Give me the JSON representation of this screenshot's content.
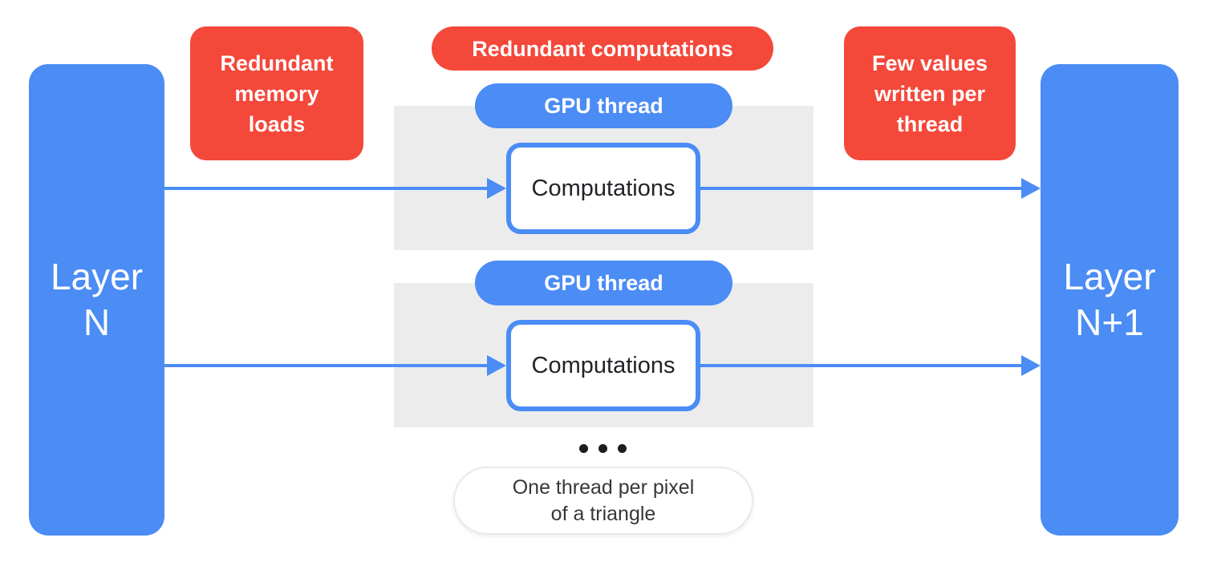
{
  "colors": {
    "blue": "#4B8CF5",
    "red": "#F4483B",
    "panel_gray": "#ECECEC",
    "text_dark": "#212327",
    "pill_border": "#E9E9E9",
    "pill_text": "#35383B",
    "dot": "#1D1D1F",
    "bg": "#FFFFFF"
  },
  "layers": {
    "left": {
      "lines": [
        "Layer",
        "N"
      ]
    },
    "right": {
      "lines": [
        "Layer",
        "N+1"
      ]
    }
  },
  "callouts": {
    "redundant_memory": {
      "lines": [
        "Redundant",
        "memory",
        "loads"
      ]
    },
    "redundant_computations": {
      "label": "Redundant computations"
    },
    "few_values": {
      "lines": [
        "Few values",
        "written per",
        "thread"
      ]
    }
  },
  "threads": [
    {
      "gpu_label": "GPU thread",
      "comp_label": "Computations"
    },
    {
      "gpu_label": "GPU thread",
      "comp_label": "Computations"
    }
  ],
  "note": {
    "lines": [
      "One thread per pixel",
      "of a triangle"
    ]
  }
}
